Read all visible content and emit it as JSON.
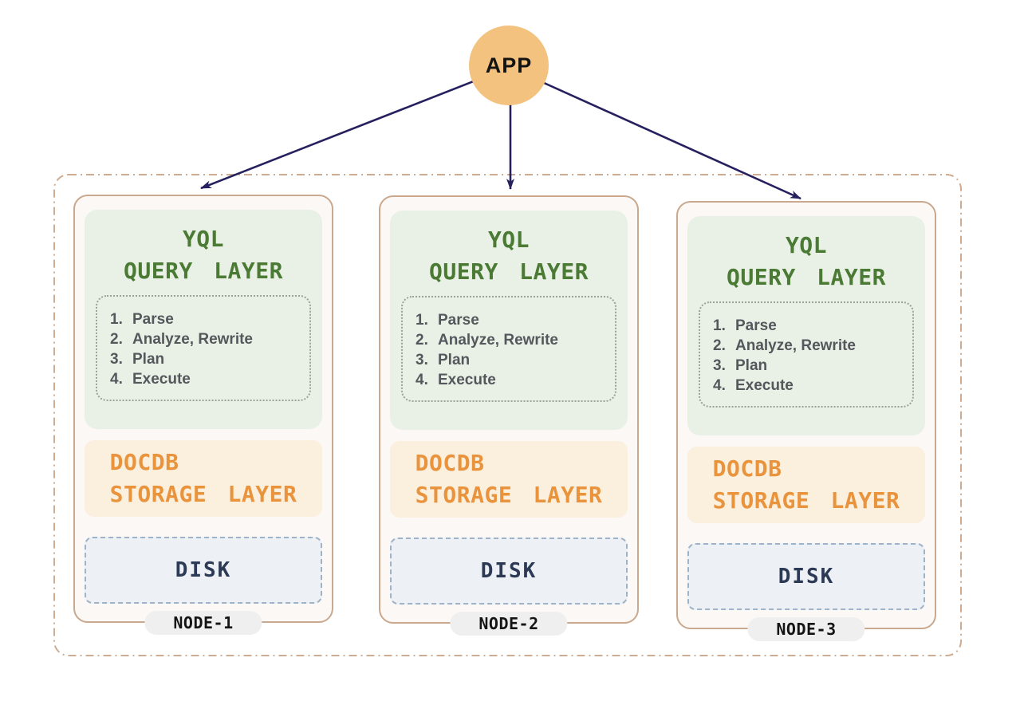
{
  "app": {
    "label": "APP"
  },
  "cluster": {
    "nodes": [
      {
        "label": "NODE-1",
        "query_layer": {
          "title_line1": "YQL",
          "title_line2": "QUERY LAYER",
          "steps": [
            {
              "num": "1.",
              "text": "Parse"
            },
            {
              "num": "2.",
              "text": "Analyze, Rewrite"
            },
            {
              "num": "3.",
              "text": "Plan"
            },
            {
              "num": "4.",
              "text": "Execute"
            }
          ]
        },
        "storage_layer": {
          "title_line1": "DOCDB",
          "title_line2": "STORAGE LAYER"
        },
        "disk": {
          "label": "DISK"
        }
      },
      {
        "label": "NODE-2",
        "query_layer": {
          "title_line1": "YQL",
          "title_line2": "QUERY LAYER",
          "steps": [
            {
              "num": "1.",
              "text": "Parse"
            },
            {
              "num": "2.",
              "text": "Analyze, Rewrite"
            },
            {
              "num": "3.",
              "text": "Plan"
            },
            {
              "num": "4.",
              "text": "Execute"
            }
          ]
        },
        "storage_layer": {
          "title_line1": "DOCDB",
          "title_line2": "STORAGE LAYER"
        },
        "disk": {
          "label": "DISK"
        }
      },
      {
        "label": "NODE-3",
        "query_layer": {
          "title_line1": "YQL",
          "title_line2": "QUERY LAYER",
          "steps": [
            {
              "num": "1.",
              "text": "Parse"
            },
            {
              "num": "2.",
              "text": "Analyze, Rewrite"
            },
            {
              "num": "3.",
              "text": "Plan"
            },
            {
              "num": "4.",
              "text": "Execute"
            }
          ]
        },
        "storage_layer": {
          "title_line1": "DOCDB",
          "title_line2": "STORAGE LAYER"
        },
        "disk": {
          "label": "DISK"
        }
      }
    ]
  },
  "colors": {
    "app_circle": "#F3C27F",
    "arrow": "#26215E",
    "outer_border": "#CDAC92",
    "card_border": "#C9A88D",
    "card_bg": "#FBF8F5",
    "query_bg": "#E9F1E6",
    "query_text": "#4A7A33",
    "steps_border": "#98A29A",
    "steps_text": "#54585C",
    "storage_bg": "#FBEFDE",
    "storage_text": "#E9943D",
    "disk_bg": "#EDF0F4",
    "disk_border": "#9FB3C8",
    "disk_text": "#2C3A55",
    "node_pill_bg": "#EFEFEF",
    "node_pill_text": "#141414"
  }
}
